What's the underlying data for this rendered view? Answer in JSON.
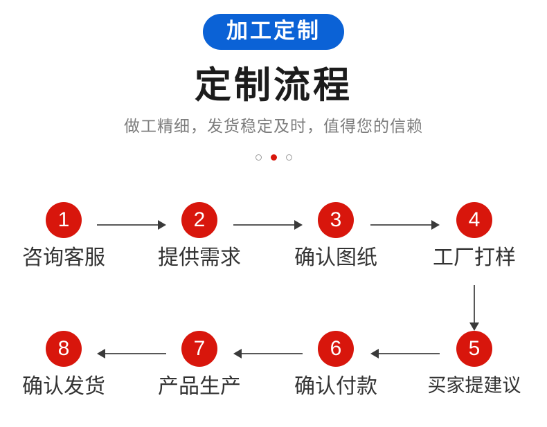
{
  "header": {
    "badge_label": "加工定制",
    "title": "定制流程",
    "subtitle": "做工精细，发货稳定及时，值得您的信赖",
    "carousel": {
      "dots": [
        {
          "state": "inactive"
        },
        {
          "state": "active"
        },
        {
          "state": "inactive"
        }
      ],
      "active_index": 1,
      "total": 3
    }
  },
  "colors": {
    "badge_blue": "#0b62d6",
    "step_red": "#d8160c",
    "title_dark": "#1c1c1c",
    "subtitle_gray": "#7d7d7d",
    "label_gray": "#333333",
    "arrow_gray": "#585858",
    "arrow_head": "#3a3a3a",
    "background": "#ffffff"
  },
  "flow": {
    "top_row": [
      {
        "number": "1",
        "label": "咨询客服"
      },
      {
        "number": "2",
        "label": "提供需求"
      },
      {
        "number": "3",
        "label": "确认图纸"
      },
      {
        "number": "4",
        "label": "工厂打样"
      }
    ],
    "bottom_row": [
      {
        "number": "8",
        "label": "确认发货"
      },
      {
        "number": "7",
        "label": "产品生产"
      },
      {
        "number": "6",
        "label": "确认付款"
      },
      {
        "number": "5",
        "label": "买家提建议"
      }
    ],
    "connectors": {
      "top_1_2": "arrow-right",
      "top_2_3": "arrow-right",
      "top_3_4": "arrow-right",
      "wrap_4_5": "arrow-down",
      "bottom_5_6": "arrow-left",
      "bottom_6_7": "arrow-left",
      "bottom_7_8": "arrow-left"
    }
  }
}
